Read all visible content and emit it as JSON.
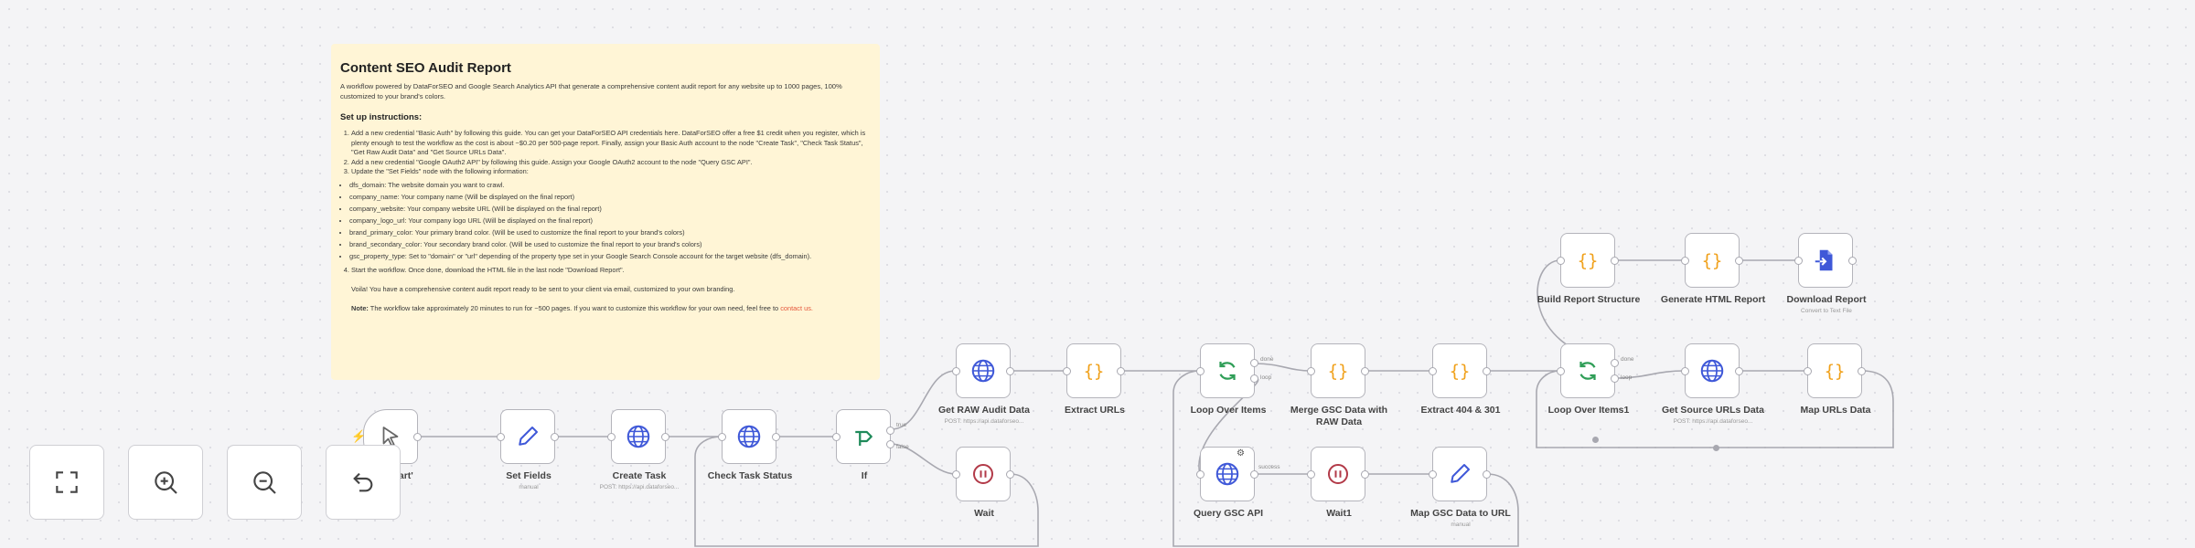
{
  "sticky": {
    "title": "Content SEO Audit Report",
    "description": "A workflow powered by DataForSEO and Google Search Analytics API that generate a comprehensive content audit report for any website up to 1000 pages, 100% customized to your brand's colors.",
    "setup_title": "Set up instructions:",
    "step1": "Add a new credential \"Basic Auth\" by following this guide. You can get your DataForSEO API credentials here. DataForSEO offer a free $1 credit when you register, which is plenty enough to test the workflow as the cost is about ~$0.20 per 500-page report. Finally, assign your Basic Auth account to the node \"Create Task\", \"Check Task Status\", \"Get Raw Audit Data\" and \"Get Source URLs Data\".",
    "step2": "Add a new credential \"Google OAuth2 API\" by following this guide. Assign your Google OAuth2 account to the node \"Query GSC API\".",
    "step3": "Update the \"Set Fields\" node with the following information:",
    "fields": [
      "dfs_domain: The website domain you want to crawl.",
      "company_name: Your company name (Will be displayed on the final report)",
      "company_website: Your company website URL (Will be displayed on the final report)",
      "company_logo_url: Your company logo URL (Will be displayed on the final report)",
      "brand_primary_color: Your primary brand color. (Will be used to customize the final report to your brand's colors)",
      "brand_secondary_color: Your secondary brand color. (Will be used to customize the final report to your brand's colors)",
      "gsc_property_type: Set to \"domain\" or \"url\" depending of the property type set in your Google Search Console account for the target website (dfs_domain)."
    ],
    "step4": "Start the workflow. Once done, download the HTML file in the last node \"Download Report\".",
    "note1": "Voila! You have a comprehensive content audit report ready to be sent to your client via email, customized to your own branding.",
    "note2_bold": "Note:",
    "note2": " The workflow take approximately 20 minutes to run for ~500 pages. If you want to customize this workflow for your own need, feel free to ",
    "note2_link": "contact us."
  },
  "nodes": {
    "trigger": {
      "label": "When clicking 'Start'",
      "visible_label": "ing 'Start'"
    },
    "set_fields": {
      "label": "Set Fields",
      "sub": "manual"
    },
    "create_task": {
      "label": "Create Task",
      "sub": "POST: https://api.dataforseo..."
    },
    "check_task_status": {
      "label": "Check Task Status"
    },
    "if": {
      "label": "If",
      "branch_true": "true",
      "branch_false": "false"
    },
    "wait": {
      "label": "Wait"
    },
    "get_raw_audit_data": {
      "label": "Get RAW Audit Data",
      "sub": "POST: https://api.dataforseo..."
    },
    "extract_urls": {
      "label": "Extract URLs"
    },
    "loop_over_items": {
      "label": "Loop Over Items",
      "branch_done": "done",
      "branch_loop": "loop"
    },
    "merge_gsc": {
      "label": "Merge GSC Data with RAW Data"
    },
    "extract_404": {
      "label": "Extract 404 & 301"
    },
    "query_gsc": {
      "label": "Query GSC API",
      "badge": "⚙",
      "branch": "success"
    },
    "wait1": {
      "label": "Wait1"
    },
    "map_gsc": {
      "label": "Map GSC Data to URL",
      "sub": "manual"
    },
    "loop_over_items1": {
      "label": "Loop Over Items1",
      "branch_done": "done",
      "branch_loop": "loop"
    },
    "get_source_urls": {
      "label": "Get Source URLs Data",
      "sub": "POST: https://api.dataforseo..."
    },
    "map_urls": {
      "label": "Map URLs Data"
    },
    "build_report": {
      "label": "Build Report Structure"
    },
    "generate_html": {
      "label": "Generate HTML Report"
    },
    "download_report": {
      "label": "Download Report",
      "sub": "Convert to Text File"
    }
  },
  "controls": {
    "fit_view": "fit-view",
    "zoom_in": "zoom-in",
    "zoom_out": "zoom-out",
    "undo": "undo"
  },
  "colors": {
    "canvas_bg": "#f4f4f6",
    "sticky_bg": "#fff5d6",
    "link": "#e5563a",
    "http_icon": "#3f58d8",
    "code_icon": "#f0a019",
    "loop_icon": "#2f9e57",
    "wait_icon": "#b23a48",
    "if_icon": "#1e8a5a",
    "set_icon": "#3f58d8"
  }
}
